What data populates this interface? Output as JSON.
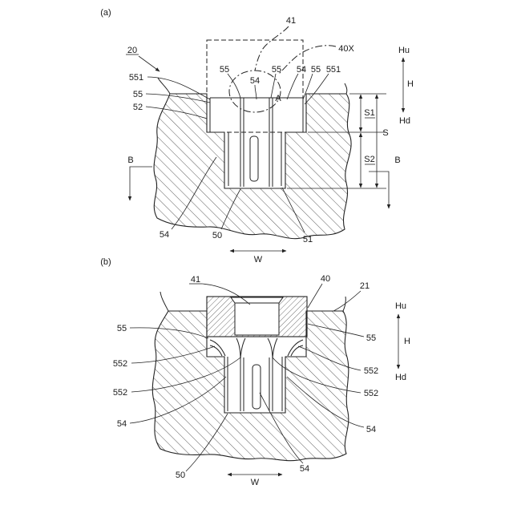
{
  "figure_a": {
    "panel_label": "(a)",
    "reference_numerals": [
      "41",
      "40X",
      "20",
      "551",
      "55",
      "52",
      "55",
      "54",
      "55",
      "54",
      "55",
      "551",
      "54",
      "50",
      "51"
    ],
    "detail_label": "A",
    "dimensions": {
      "upper": "S1",
      "total": "S",
      "lower": "S2"
    },
    "section_labels": [
      "B",
      "B"
    ],
    "direction": {
      "up": "Hu",
      "axis": "H",
      "down": "Hd"
    },
    "width_label": "W"
  },
  "figure_b": {
    "panel_label": "(b)",
    "reference_numerals": [
      "41",
      "40",
      "21",
      "55",
      "55",
      "552",
      "552",
      "552",
      "552",
      "54",
      "54",
      "50",
      "54"
    ],
    "direction": {
      "up": "Hu",
      "axis": "H",
      "down": "Hd"
    },
    "width_label": "W"
  }
}
